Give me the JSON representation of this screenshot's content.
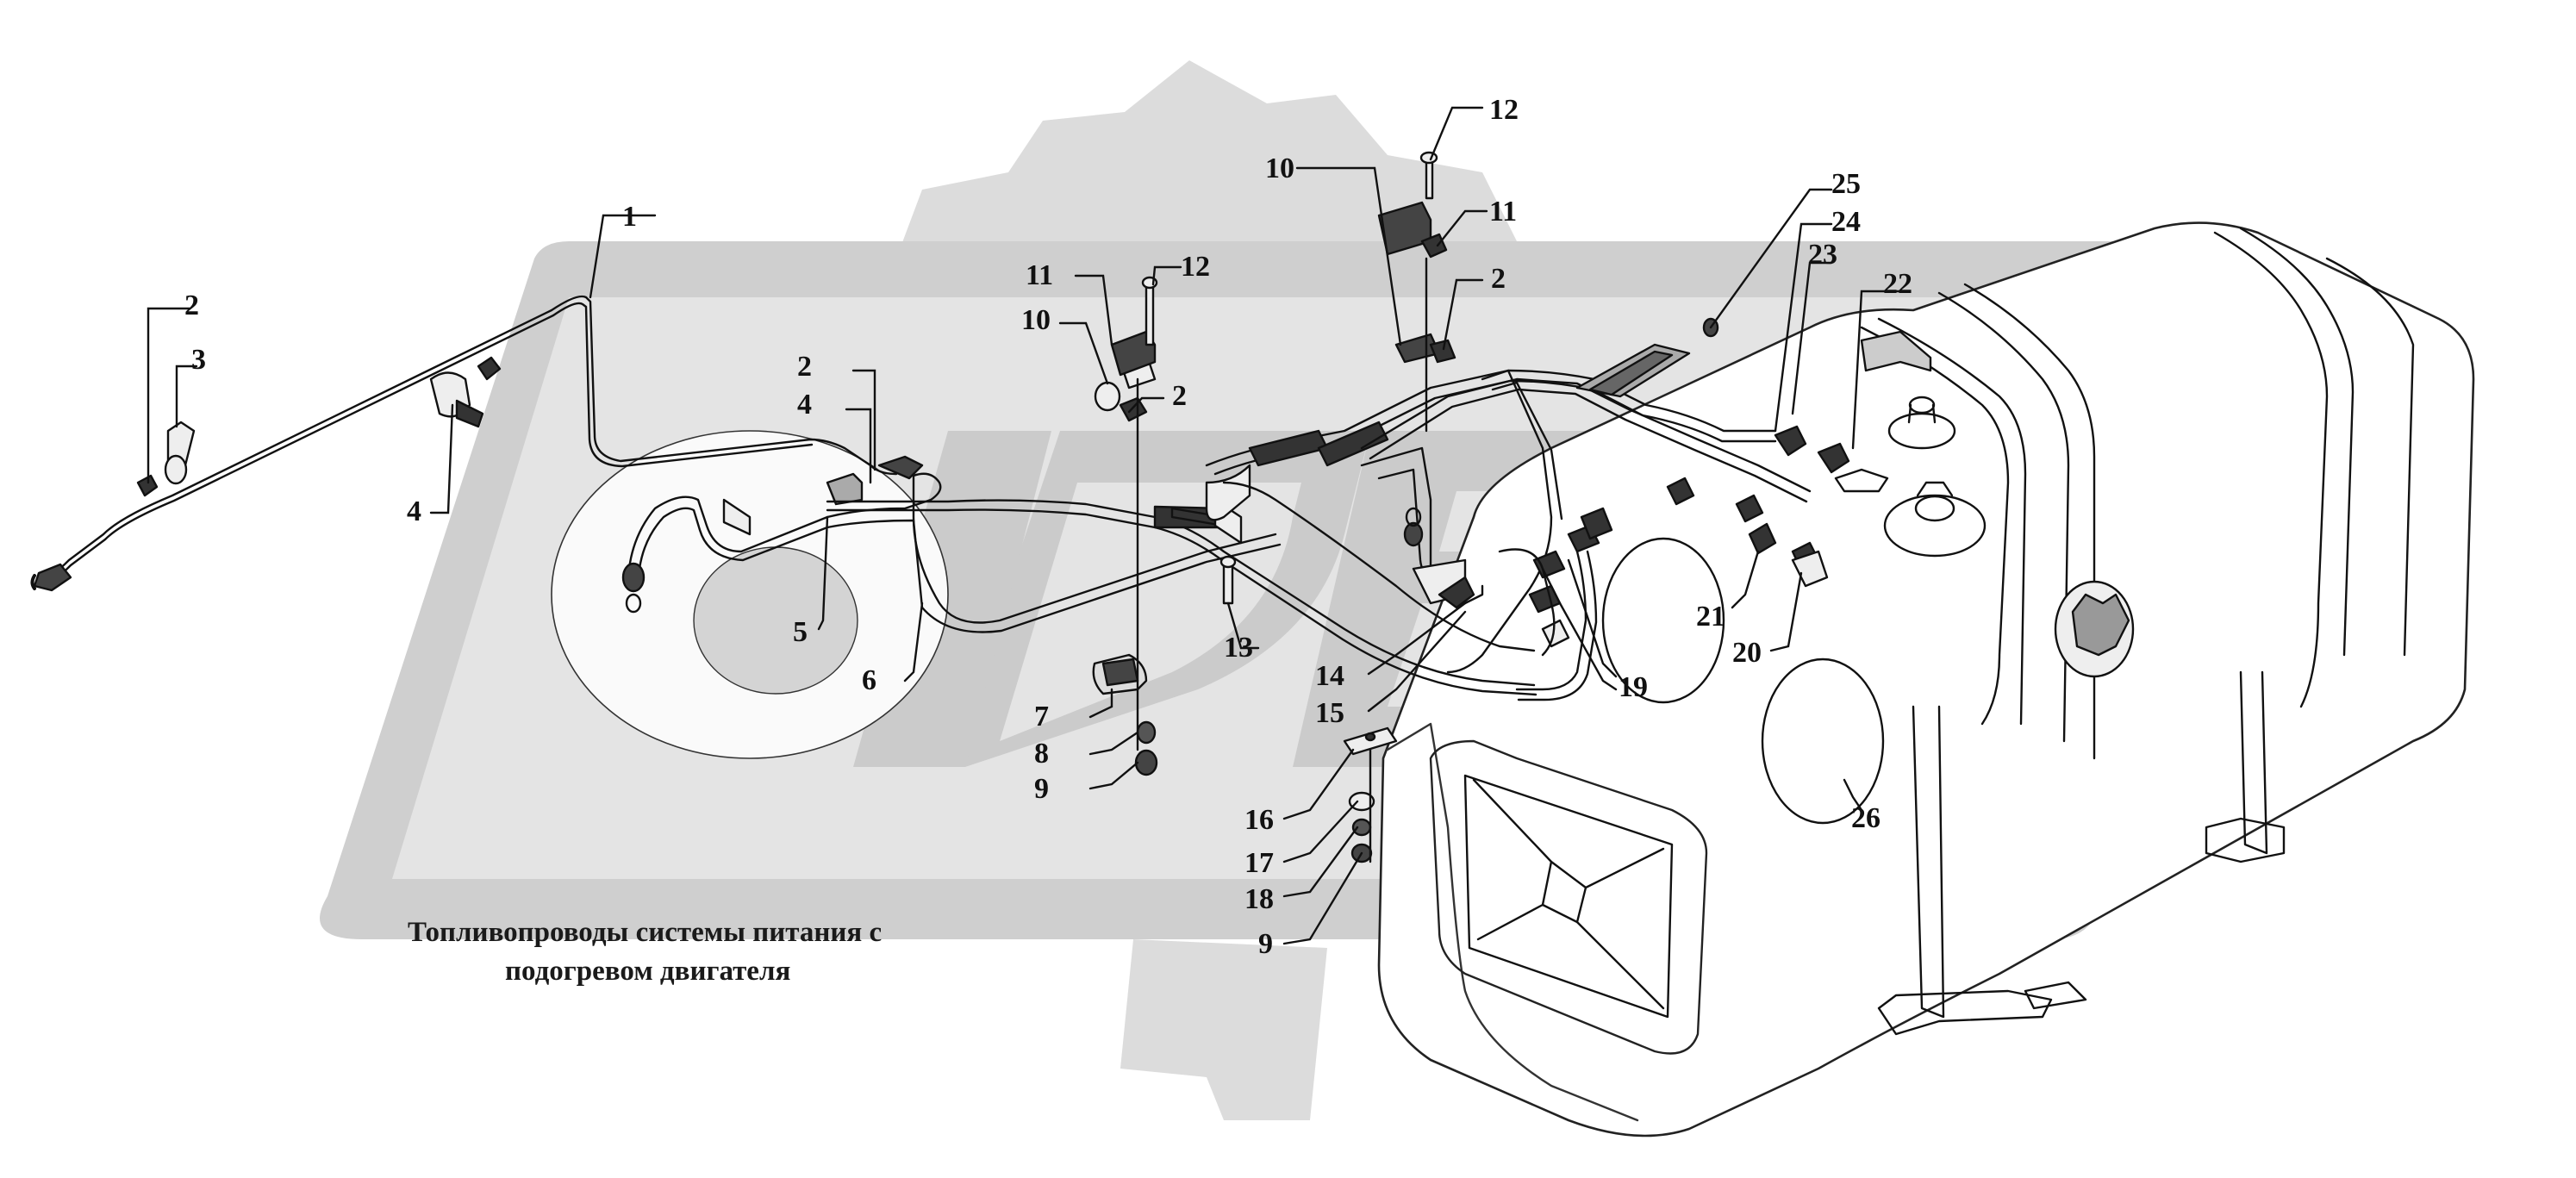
{
  "caption": {
    "line1": "Топливопроводы системы питания с",
    "line2": "подогревом двигателя"
  },
  "callouts": {
    "c1": "1",
    "c2a": "2",
    "c3": "3",
    "c4a": "4",
    "c2b": "2",
    "c4b": "4",
    "c5": "5",
    "c6": "6",
    "c11a": "11",
    "c12a": "12",
    "c10a": "10",
    "c2c": "2",
    "c7": "7",
    "c8": "8",
    "c9a": "9",
    "c13": "13",
    "c10b": "10",
    "c12b": "12",
    "c11b": "11",
    "c2d": "2",
    "c14": "14",
    "c15": "15",
    "c16": "16",
    "c17": "17",
    "c18": "18",
    "c9b": "9",
    "c19": "19",
    "c21": "21",
    "c20": "20",
    "c25": "25",
    "c24": "24",
    "c23": "23",
    "c22": "22",
    "c26": "26"
  },
  "colors": {
    "watermark": "#d9d9d9",
    "watermark_dark": "#c8c8c8",
    "line": "#111111",
    "background": "#ffffff"
  }
}
